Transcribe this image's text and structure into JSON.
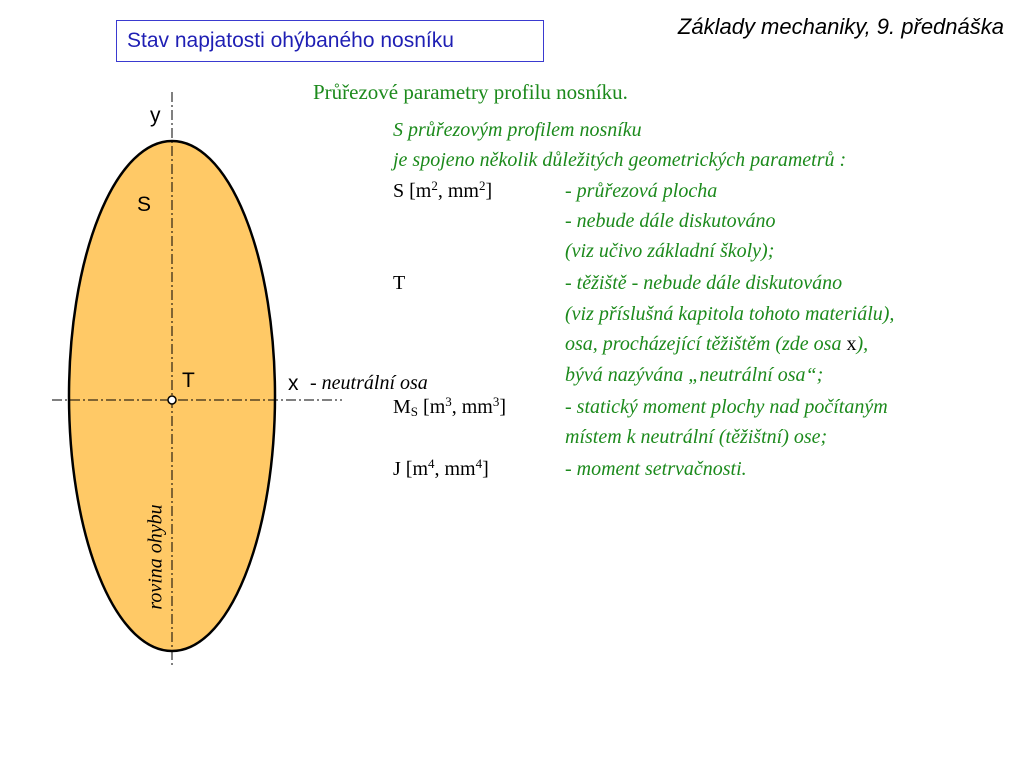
{
  "header": {
    "course": "Základy mechaniky, 9. přednáška"
  },
  "title": "Stav napjatosti ohýbaného nosníku",
  "subtitle": "Průřezové parametry profilu nosníku.",
  "diagram": {
    "axis_y": "y",
    "area_label": "S",
    "centroid_label": "T",
    "axis_x": "x",
    "neutral_axis": "neutrální osa",
    "neutral_dash": "-",
    "bending_plane": "rovina ohybu",
    "fill_color": "#ffc966"
  },
  "intro": {
    "line1": "S průřezovým profilem nosníku",
    "line2": "je spojeno několik důležitých geometrických parametrů :"
  },
  "params": {
    "S": {
      "sym": "S [m",
      "u1": "2",
      "mid": ", mm",
      "u2": "2",
      "end": "]",
      "d1": "- průřezová plocha",
      "d2": "- nebude dále diskutováno",
      "d3": "(viz učivo základní školy);"
    },
    "T": {
      "sym": "T",
      "d1": "- těžiště - nebude dále diskutováno",
      "d2": "(viz příslušná kapitola tohoto materiálu),",
      "d3a": "osa, procházející těžištěm (zde osa ",
      "d3x": "x",
      "d3b": "),",
      "d4": "bývá nazývána „neutrální osa“;"
    },
    "MS": {
      "sym": "M",
      "sub": "S",
      "rest": " [m",
      "u1": "3",
      "mid": ", mm",
      "u2": "3",
      "end": "]",
      "d1": "- statický moment plochy nad počítaným",
      "d2": "místem k neutrální (těžištní) ose;"
    },
    "J": {
      "sym": "J [m",
      "u1": "4",
      "mid": ", mm",
      "u2": "4",
      "end": "]",
      "d1": "- moment setrvačnosti."
    }
  }
}
